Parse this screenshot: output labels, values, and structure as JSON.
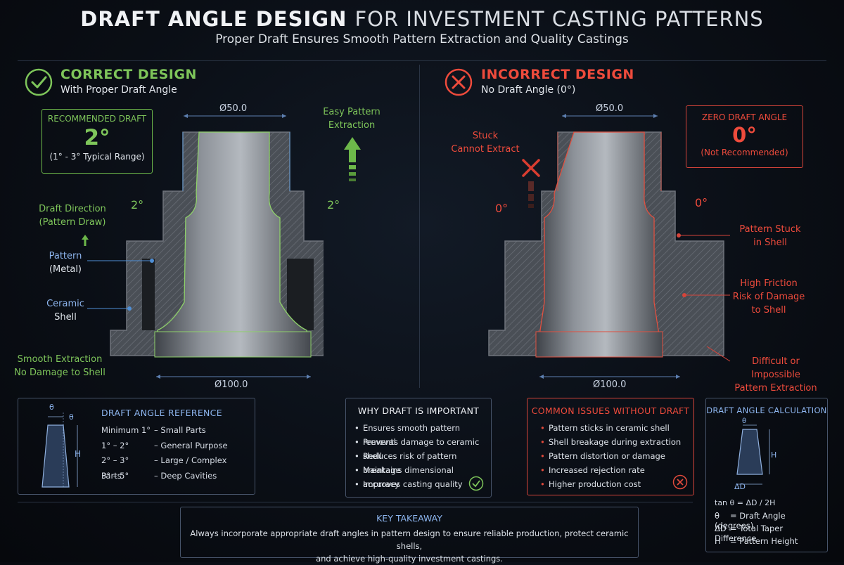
{
  "header": {
    "title_bold": "DRAFT ANGLE DESIGN",
    "title_rest": "FOR INVESTMENT CASTING PATTERNS",
    "subtitle": "Proper Draft Ensures Smooth Pattern Extraction and Quality Castings"
  },
  "correct": {
    "title": "CORRECT DESIGN",
    "subtitle": "With Proper Draft Angle",
    "rec_label": "RECOMMENDED DRAFT",
    "rec_value": "2°",
    "rec_range": "(1° - 3° Typical Range)",
    "top_dim": "Ø50.0",
    "bottom_dim": "Ø100.0",
    "angle_left": "2°",
    "angle_right": "2°",
    "easy_line1": "Easy Pattern",
    "easy_line2": "Extraction",
    "draft_dir_line1": "Draft Direction",
    "draft_dir_line2": "(Pattern Draw)",
    "pattern_line1": "Pattern",
    "pattern_line2": "(Metal)",
    "shell_line1": "Ceramic",
    "shell_line2": "Shell",
    "smooth_line1": "Smooth Extraction",
    "smooth_line2": "No Damage to Shell",
    "accent": "#7ec55a"
  },
  "incorrect": {
    "title": "INCORRECT DESIGN",
    "subtitle": "No Draft Angle (0°)",
    "zero_label": "ZERO DRAFT ANGLE",
    "zero_value": "0°",
    "zero_note": "(Not Recommended)",
    "top_dim": "Ø50.0",
    "bottom_dim": "Ø100.0",
    "angle_left": "0°",
    "angle_right": "0°",
    "stuck_line1": "Stuck",
    "stuck_line2": "Cannot Extract",
    "ps_line1": "Pattern Stuck",
    "ps_line2": "in Shell",
    "hf_line1": "High Friction",
    "hf_line2": "Risk of Damage",
    "hf_line3": "to Shell",
    "diff_line1": "Difficult or Impossible",
    "diff_line2": "Pattern Extraction",
    "accent": "#ee4b3c"
  },
  "reference": {
    "title": "DRAFT ANGLE REFERENCE",
    "theta": "θ",
    "h": "H",
    "rows": [
      {
        "range": "Minimum 1°",
        "use": "– Small Parts"
      },
      {
        "range": "1° – 2°",
        "use": "– General Purpose"
      },
      {
        "range": "2° – 3°",
        "use": "– Large / Complex Parts"
      },
      {
        "range": "3° – 5°",
        "use": "– Deep Cavities"
      }
    ]
  },
  "why": {
    "title": "WHY DRAFT IS IMPORTANT",
    "items": [
      "Ensures smooth pattern removal",
      "Prevents damage to ceramic shell",
      "Reduces risk of pattern breakage",
      "Maintains dimensional accuracy",
      "Improves casting quality"
    ]
  },
  "issues": {
    "title": "COMMON ISSUES WITHOUT DRAFT",
    "items": [
      "Pattern sticks in ceramic shell",
      "Shell breakage during extraction",
      "Pattern distortion or damage",
      "Increased rejection rate",
      "Higher production cost"
    ]
  },
  "calc": {
    "title": "DRAFT ANGLE CALCULATION",
    "theta": "θ",
    "h": "H",
    "delta_d": "ΔD",
    "formula": "tan θ = ΔD / 2H",
    "defs": [
      {
        "sym": "θ",
        "text": "= Draft Angle (degrees)"
      },
      {
        "sym": "ΔD",
        "text": "= Total Taper Difference"
      },
      {
        "sym": "H",
        "text": "= Pattern Height"
      }
    ]
  },
  "takeaway": {
    "title": "KEY TAKEAWAY",
    "line1": "Always incorporate appropriate draft angles in pattern design to ensure reliable production, protect ceramic shells,",
    "line2": "and achieve high-quality investment castings."
  }
}
